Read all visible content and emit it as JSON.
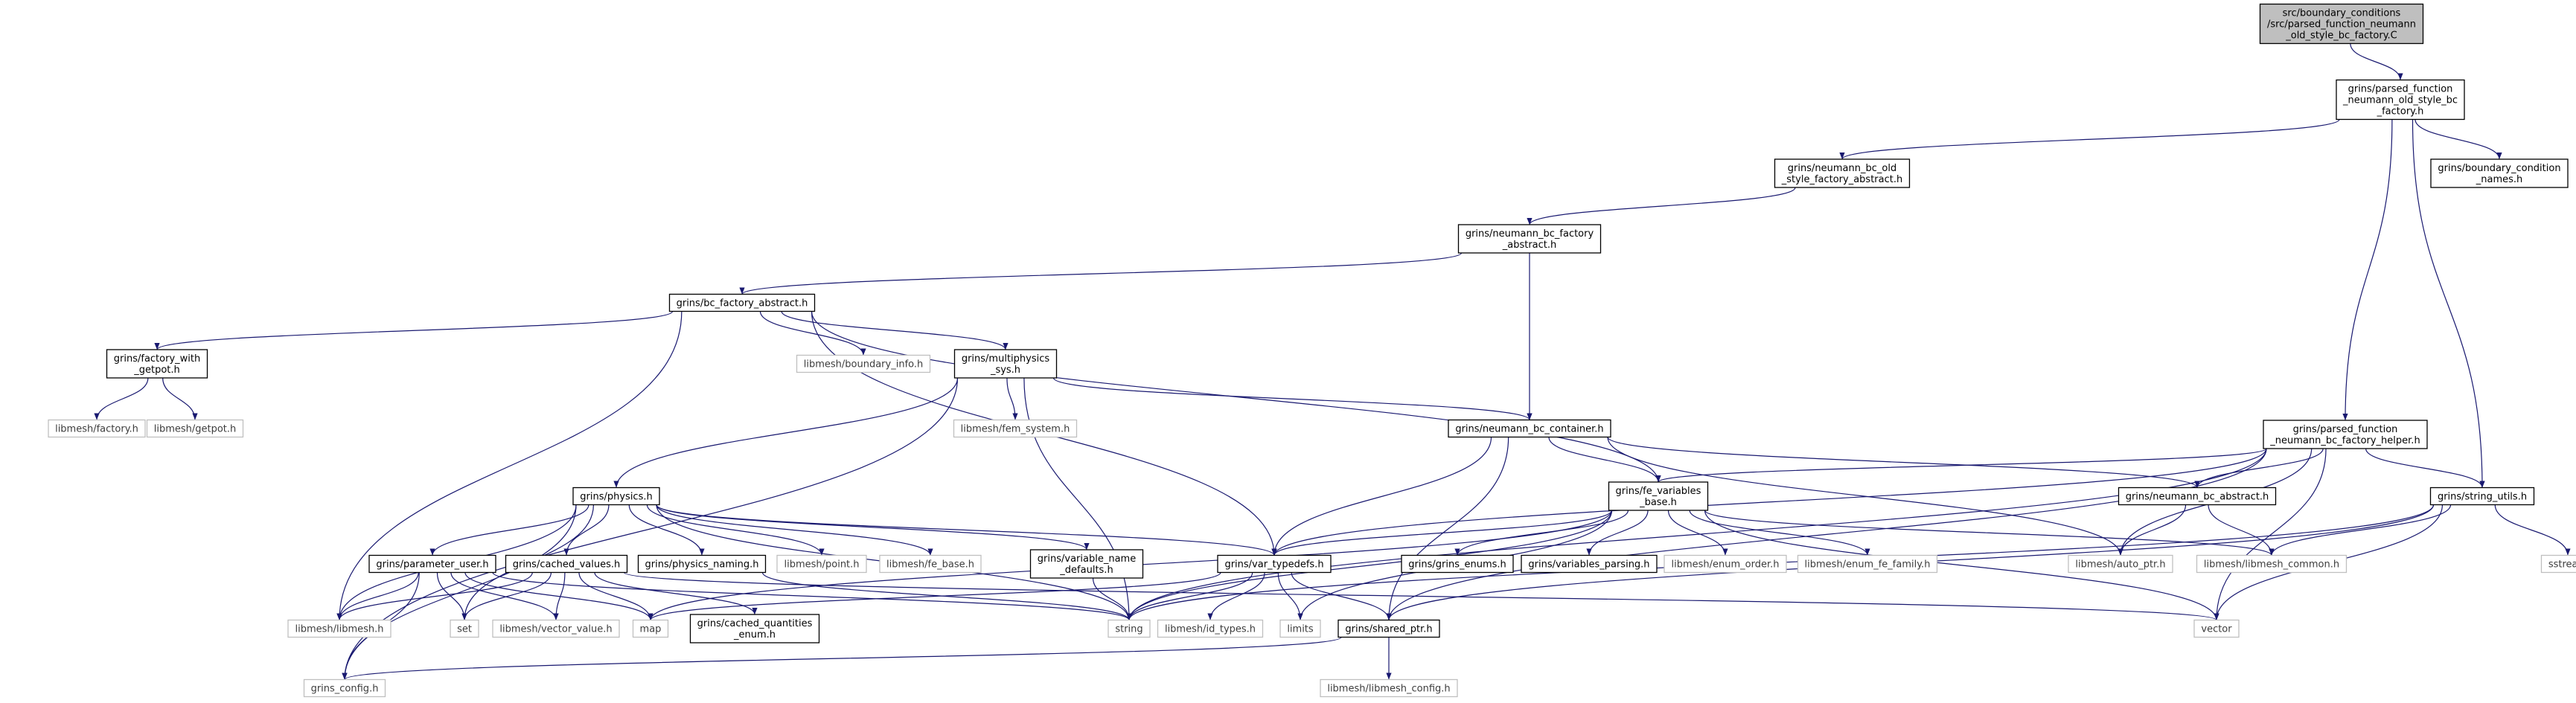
{
  "colors": {
    "edge": "#191970",
    "border_main": "#000000",
    "border_ext": "#bfbfbf",
    "root_fill": "#bfbfbf",
    "fill": "#ffffff",
    "text": "#000000",
    "text_ext": "#3c3c3c"
  },
  "nodes": [
    {
      "id": "root",
      "kind": "root",
      "lines": [
        "src/boundary_conditions",
        "/src/parsed_function_neumann",
        "_old_style_bc_factory.C"
      ]
    },
    {
      "id": "pfn_old_h",
      "kind": "main",
      "lines": [
        "grins/parsed_function",
        "_neumann_old_style_bc",
        "_factory.h"
      ]
    },
    {
      "id": "nbc_old_abs",
      "kind": "main",
      "lines": [
        "grins/neumann_bc_old",
        "_style_factory_abstract.h"
      ]
    },
    {
      "id": "bc_cond_names",
      "kind": "main",
      "lines": [
        "grins/boundary_condition",
        "_names.h"
      ]
    },
    {
      "id": "nbc_fact_abs",
      "kind": "main",
      "lines": [
        "grins/neumann_bc_factory",
        "_abstract.h"
      ]
    },
    {
      "id": "bc_fact_abs",
      "kind": "main",
      "lines": [
        "grins/bc_factory_abstract.h"
      ]
    },
    {
      "id": "fact_getpot",
      "kind": "main",
      "lines": [
        "grins/factory_with",
        "_getpot.h"
      ]
    },
    {
      "id": "lm_boundary_info",
      "kind": "ext",
      "lines": [
        "libmesh/boundary_info.h"
      ]
    },
    {
      "id": "multiphysics",
      "kind": "main",
      "lines": [
        "grins/multiphysics",
        "_sys.h"
      ]
    },
    {
      "id": "lm_factory",
      "kind": "ext",
      "lines": [
        "libmesh/factory.h"
      ]
    },
    {
      "id": "lm_getpot",
      "kind": "ext",
      "lines": [
        "libmesh/getpot.h"
      ]
    },
    {
      "id": "lm_fem_system",
      "kind": "ext",
      "lines": [
        "libmesh/fem_system.h"
      ]
    },
    {
      "id": "nbc_container",
      "kind": "main",
      "lines": [
        "grins/neumann_bc_container.h"
      ]
    },
    {
      "id": "pfn_helper",
      "kind": "main",
      "lines": [
        "grins/parsed_function",
        "_neumann_bc_factory_helper.h"
      ]
    },
    {
      "id": "physics",
      "kind": "main",
      "lines": [
        "grins/physics.h"
      ]
    },
    {
      "id": "fe_vars_base",
      "kind": "main",
      "lines": [
        "grins/fe_variables",
        "_base.h"
      ]
    },
    {
      "id": "nbc_abstract",
      "kind": "main",
      "lines": [
        "grins/neumann_bc_abstract.h"
      ]
    },
    {
      "id": "string_utils",
      "kind": "main",
      "lines": [
        "grins/string_utils.h"
      ]
    },
    {
      "id": "param_user",
      "kind": "main",
      "lines": [
        "grins/parameter_user.h"
      ]
    },
    {
      "id": "cached_values",
      "kind": "main",
      "lines": [
        "grins/cached_values.h"
      ]
    },
    {
      "id": "physics_naming",
      "kind": "main",
      "lines": [
        "grins/physics_naming.h"
      ]
    },
    {
      "id": "lm_point",
      "kind": "ext",
      "lines": [
        "libmesh/point.h"
      ]
    },
    {
      "id": "lm_fe_base",
      "kind": "ext",
      "lines": [
        "libmesh/fe_base.h"
      ]
    },
    {
      "id": "var_name_defaults",
      "kind": "main",
      "lines": [
        "grins/variable_name",
        "_defaults.h"
      ]
    },
    {
      "id": "var_typedefs",
      "kind": "main",
      "lines": [
        "grins/var_typedefs.h"
      ]
    },
    {
      "id": "grins_enums",
      "kind": "main",
      "lines": [
        "grins/grins_enums.h"
      ]
    },
    {
      "id": "vars_parsing",
      "kind": "main",
      "lines": [
        "grins/variables_parsing.h"
      ]
    },
    {
      "id": "lm_enum_order",
      "kind": "ext",
      "lines": [
        "libmesh/enum_order.h"
      ]
    },
    {
      "id": "lm_enum_fe_family",
      "kind": "ext",
      "lines": [
        "libmesh/enum_fe_family.h"
      ]
    },
    {
      "id": "lm_auto_ptr",
      "kind": "ext",
      "lines": [
        "libmesh/auto_ptr.h"
      ]
    },
    {
      "id": "lm_common",
      "kind": "ext",
      "lines": [
        "libmesh/libmesh_common.h"
      ]
    },
    {
      "id": "sstream",
      "kind": "ext",
      "lines": [
        "sstream"
      ]
    },
    {
      "id": "lm_libmesh",
      "kind": "ext",
      "lines": [
        "libmesh/libmesh.h"
      ]
    },
    {
      "id": "set",
      "kind": "ext",
      "lines": [
        "set"
      ]
    },
    {
      "id": "lm_vector_value",
      "kind": "ext",
      "lines": [
        "libmesh/vector_value.h"
      ]
    },
    {
      "id": "map",
      "kind": "ext",
      "lines": [
        "map"
      ]
    },
    {
      "id": "cached_qty_enum",
      "kind": "main",
      "lines": [
        "grins/cached_quantities",
        "_enum.h"
      ]
    },
    {
      "id": "string",
      "kind": "ext",
      "lines": [
        "string"
      ]
    },
    {
      "id": "lm_id_types",
      "kind": "ext",
      "lines": [
        "libmesh/id_types.h"
      ]
    },
    {
      "id": "limits",
      "kind": "ext",
      "lines": [
        "limits"
      ]
    },
    {
      "id": "shared_ptr",
      "kind": "main",
      "lines": [
        "grins/shared_ptr.h"
      ]
    },
    {
      "id": "vector",
      "kind": "ext",
      "lines": [
        "vector"
      ]
    },
    {
      "id": "grins_config",
      "kind": "ext",
      "lines": [
        "grins_config.h"
      ]
    },
    {
      "id": "lm_libmesh_config",
      "kind": "ext",
      "lines": [
        "libmesh/libmesh_config.h"
      ]
    }
  ],
  "edges": [
    [
      "root",
      "pfn_old_h"
    ],
    [
      "pfn_old_h",
      "nbc_old_abs"
    ],
    [
      "pfn_old_h",
      "bc_cond_names"
    ],
    [
      "pfn_old_h",
      "pfn_helper"
    ],
    [
      "pfn_old_h",
      "string_utils"
    ],
    [
      "nbc_old_abs",
      "nbc_fact_abs"
    ],
    [
      "nbc_fact_abs",
      "bc_fact_abs"
    ],
    [
      "nbc_fact_abs",
      "nbc_container"
    ],
    [
      "bc_fact_abs",
      "fact_getpot"
    ],
    [
      "bc_fact_abs",
      "lm_boundary_info"
    ],
    [
      "bc_fact_abs",
      "multiphysics"
    ],
    [
      "bc_fact_abs",
      "lm_libmesh"
    ],
    [
      "bc_fact_abs",
      "var_typedefs"
    ],
    [
      "bc_fact_abs",
      "fe_vars_base"
    ],
    [
      "fact_getpot",
      "lm_factory"
    ],
    [
      "fact_getpot",
      "lm_getpot"
    ],
    [
      "multiphysics",
      "lm_fem_system"
    ],
    [
      "multiphysics",
      "physics"
    ],
    [
      "multiphysics",
      "nbc_container"
    ],
    [
      "multiphysics",
      "grins_config"
    ],
    [
      "multiphysics",
      "string"
    ],
    [
      "nbc_container",
      "fe_vars_base"
    ],
    [
      "nbc_container",
      "var_typedefs"
    ],
    [
      "nbc_container",
      "shared_ptr"
    ],
    [
      "nbc_container",
      "nbc_abstract"
    ],
    [
      "nbc_container",
      "lm_auto_ptr"
    ],
    [
      "pfn_helper",
      "fe_vars_base"
    ],
    [
      "pfn_helper",
      "nbc_abstract"
    ],
    [
      "pfn_helper",
      "string_utils"
    ],
    [
      "pfn_helper",
      "var_typedefs"
    ],
    [
      "pfn_helper",
      "string"
    ],
    [
      "pfn_helper",
      "shared_ptr"
    ],
    [
      "pfn_helper",
      "vector"
    ],
    [
      "pfn_helper",
      "lm_auto_ptr"
    ],
    [
      "physics",
      "param_user"
    ],
    [
      "physics",
      "cached_values"
    ],
    [
      "physics",
      "physics_naming"
    ],
    [
      "physics",
      "lm_point"
    ],
    [
      "physics",
      "lm_fe_base"
    ],
    [
      "physics",
      "var_name_defaults"
    ],
    [
      "physics",
      "var_typedefs"
    ],
    [
      "physics",
      "lm_libmesh"
    ],
    [
      "physics",
      "set"
    ],
    [
      "physics",
      "grins_config"
    ],
    [
      "physics",
      "string"
    ],
    [
      "fe_vars_base",
      "grins_enums"
    ],
    [
      "fe_vars_base",
      "vars_parsing"
    ],
    [
      "fe_vars_base",
      "lm_enum_order"
    ],
    [
      "fe_vars_base",
      "lm_enum_fe_family"
    ],
    [
      "fe_vars_base",
      "var_typedefs"
    ],
    [
      "fe_vars_base",
      "string"
    ],
    [
      "fe_vars_base",
      "vector"
    ],
    [
      "fe_vars_base",
      "lm_common"
    ],
    [
      "fe_vars_base",
      "limits"
    ],
    [
      "fe_vars_base",
      "map"
    ],
    [
      "nbc_abstract",
      "lm_auto_ptr"
    ],
    [
      "nbc_abstract",
      "lm_common"
    ],
    [
      "string_utils",
      "lm_common"
    ],
    [
      "string_utils",
      "sstream"
    ],
    [
      "string_utils",
      "vector"
    ],
    [
      "string_utils",
      "string"
    ],
    [
      "string_utils",
      "shared_ptr"
    ],
    [
      "param_user",
      "lm_libmesh"
    ],
    [
      "param_user",
      "set"
    ],
    [
      "param_user",
      "lm_vector_value"
    ],
    [
      "param_user",
      "map"
    ],
    [
      "param_user",
      "string"
    ],
    [
      "param_user",
      "grins_config"
    ],
    [
      "cached_values",
      "lm_libmesh"
    ],
    [
      "cached_values",
      "set"
    ],
    [
      "cached_values",
      "lm_vector_value"
    ],
    [
      "cached_values",
      "map"
    ],
    [
      "cached_values",
      "cached_qty_enum"
    ],
    [
      "cached_values",
      "vector"
    ],
    [
      "physics_naming",
      "string"
    ],
    [
      "var_name_defaults",
      "string"
    ],
    [
      "var_typedefs",
      "string"
    ],
    [
      "var_typedefs",
      "lm_id_types"
    ],
    [
      "var_typedefs",
      "limits"
    ],
    [
      "var_typedefs",
      "shared_ptr"
    ],
    [
      "var_typedefs",
      "map"
    ],
    [
      "shared_ptr",
      "grins_config"
    ],
    [
      "shared_ptr",
      "lm_libmesh_config"
    ]
  ]
}
